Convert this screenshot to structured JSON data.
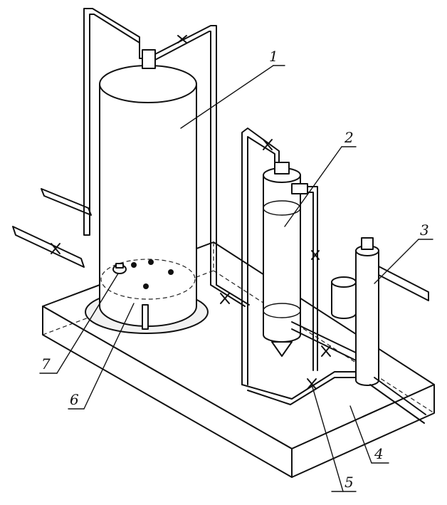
{
  "labels": {
    "l1": "1",
    "l2": "2",
    "l3": "3",
    "l4": "4",
    "l5": "5",
    "l6": "6",
    "l7": "7"
  },
  "colors": {
    "ink": "#111111",
    "paper": "#ffffff"
  }
}
